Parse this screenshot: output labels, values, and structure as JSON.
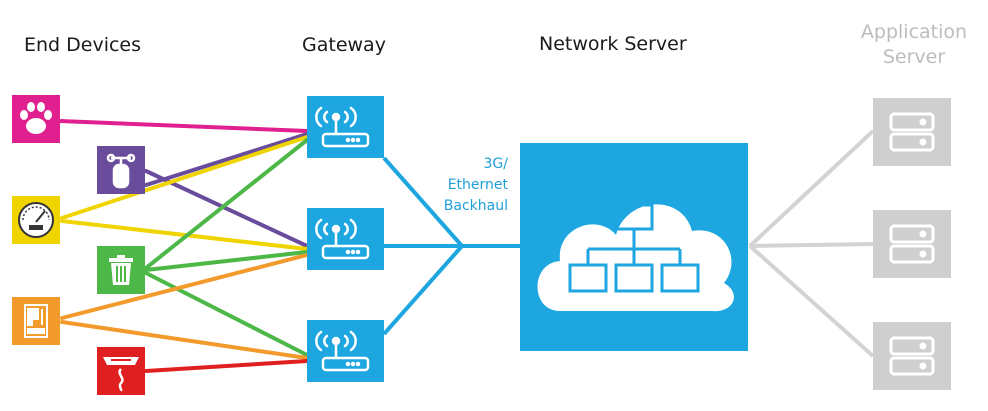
{
  "headers": {
    "end_devices": "End Devices",
    "gateway": "Gateway",
    "network_server": "Network Server",
    "application_server_line1": "Application",
    "application_server_line2": "Server"
  },
  "backhaul_label": [
    "3G/",
    "Ethernet",
    "Backhaul"
  ],
  "colors": {
    "gateway_blue": "#1ea6e0",
    "server_gray": "#cfcfcf",
    "pet_tracker": "#e0208f",
    "gas_sensor": "#6a4c9c",
    "meter": "#f0d400",
    "waste_bin": "#4db848",
    "vending": "#f39a2c",
    "smoke_alarm": "#e02020"
  },
  "end_devices": [
    {
      "name": "pet-tracker",
      "icon": "paw-icon",
      "color": "#e0208f"
    },
    {
      "name": "gas-sensor",
      "icon": "gas-cylinder-icon",
      "color": "#6a4c9c"
    },
    {
      "name": "meter",
      "icon": "gauge-meter-icon",
      "color": "#f0d400"
    },
    {
      "name": "waste-bin",
      "icon": "trash-bin-icon",
      "color": "#4db848"
    },
    {
      "name": "vending-machine",
      "icon": "vending-machine-icon",
      "color": "#f39a2c"
    },
    {
      "name": "smoke-alarm",
      "icon": "smoke-detector-icon",
      "color": "#e02020"
    }
  ],
  "gateways": [
    {
      "name": "gateway-1",
      "icon": "wireless-gateway-icon"
    },
    {
      "name": "gateway-2",
      "icon": "wireless-gateway-icon"
    },
    {
      "name": "gateway-3",
      "icon": "wireless-gateway-icon"
    }
  ],
  "network_server": {
    "icon": "cloud-network-icon"
  },
  "application_servers": [
    {
      "name": "application-server-1",
      "icon": "server-icon"
    },
    {
      "name": "application-server-2",
      "icon": "server-icon"
    },
    {
      "name": "application-server-3",
      "icon": "server-icon"
    }
  ]
}
